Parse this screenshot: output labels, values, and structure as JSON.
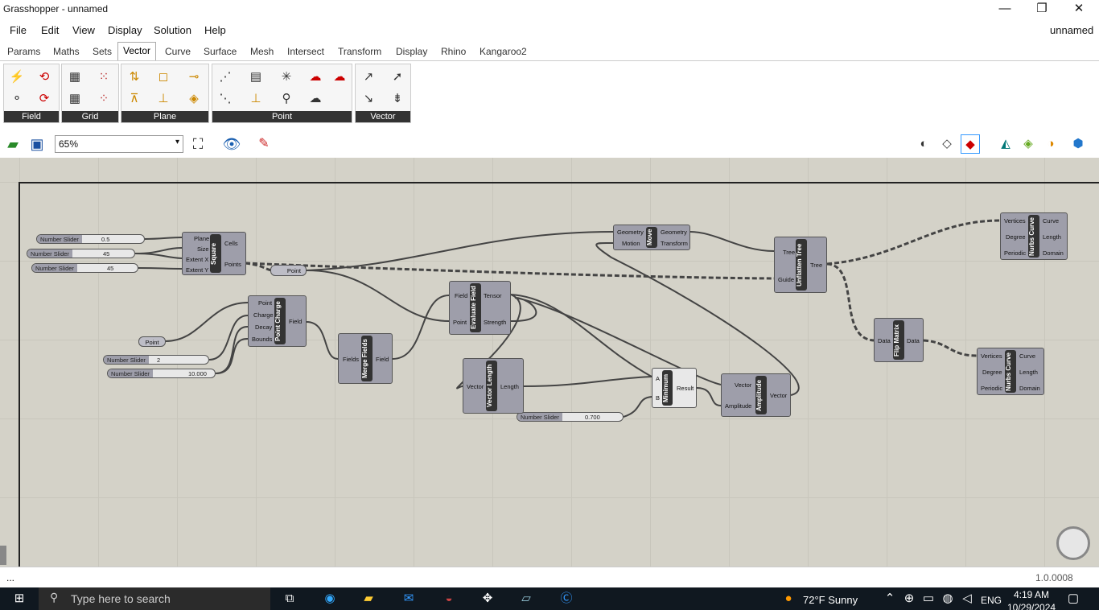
{
  "window": {
    "title": "Grasshopper - unnamed",
    "doc_name": "unnamed",
    "minimize": "—",
    "restore": "❐",
    "close": "✕"
  },
  "menu": [
    "File",
    "Edit",
    "View",
    "Display",
    "Solution",
    "Help"
  ],
  "tabs": [
    "Params",
    "Maths",
    "Sets",
    "Vector",
    "Curve",
    "Surface",
    "Mesh",
    "Intersect",
    "Transform",
    "Display",
    "Rhino",
    "Kangaroo2"
  ],
  "active_tab": "Vector",
  "ribbon_panels": [
    "Field",
    "Grid",
    "Plane",
    "Point",
    "Vector"
  ],
  "toolbar": {
    "zoom": "65%"
  },
  "components": {
    "square": {
      "title": "Square",
      "inputs": [
        "Plane",
        "Size",
        "Extent X",
        "Extent Y"
      ],
      "outputs": [
        "Cells",
        "Points"
      ]
    },
    "point_charge": {
      "title": "Point Charge",
      "inputs": [
        "Point",
        "Charge",
        "Decay",
        "Bounds"
      ],
      "outputs": [
        "Field"
      ]
    },
    "merge_fields": {
      "title": "Merge Fields",
      "inputs": [
        "Fields"
      ],
      "outputs": [
        "Field"
      ]
    },
    "evaluate_field": {
      "title": "Evaluate Field",
      "inputs": [
        "Field",
        "Point"
      ],
      "outputs": [
        "Tensor",
        "Strength"
      ]
    },
    "vector_length": {
      "title": "Vector Length",
      "inputs": [
        "Vector"
      ],
      "outputs": [
        "Length"
      ]
    },
    "minimum": {
      "title": "Minimum",
      "inputs": [
        "A",
        "B"
      ],
      "outputs": [
        "Result"
      ]
    },
    "amplitude": {
      "title": "Amplitude",
      "inputs": [
        "Vector",
        "Amplitude"
      ],
      "outputs": [
        "Vector"
      ]
    },
    "move": {
      "title": "Move",
      "inputs": [
        "Geometry",
        "Motion"
      ],
      "outputs": [
        "Geometry",
        "Transform"
      ]
    },
    "unflatten_tree": {
      "title": "Unflatten Tree",
      "inputs": [
        "Tree",
        "Guide"
      ],
      "outputs": [
        "Tree"
      ]
    },
    "flip_matrix": {
      "title": "Flip Matrix",
      "inputs": [
        "Data"
      ],
      "outputs": [
        "Data"
      ]
    },
    "nurbs_curve_1": {
      "title": "Nurbs Curve",
      "inputs": [
        "Vertices",
        "Degree",
        "Periodic"
      ],
      "outputs": [
        "Curve",
        "Length",
        "Domain"
      ]
    },
    "nurbs_curve_2": {
      "title": "Nurbs Curve",
      "inputs": [
        "Vertices",
        "Degree",
        "Periodic"
      ],
      "outputs": [
        "Curve",
        "Length",
        "Domain"
      ]
    }
  },
  "params": {
    "point_1": "Point",
    "point_2": "Point"
  },
  "sliders": [
    {
      "name": "Number Slider",
      "value": "0.5"
    },
    {
      "name": "Number Slider",
      "value": "45"
    },
    {
      "name": "Number Slider",
      "value": "45"
    },
    {
      "name": "Number Slider",
      "value": "2"
    },
    {
      "name": "Number Slider",
      "value": "10.000"
    },
    {
      "name": "Number Slider",
      "value": "0.700"
    }
  ],
  "status": {
    "left": "...",
    "version": "1.0.0008"
  },
  "taskbar": {
    "search_placeholder": "Type here to search",
    "weather": "72°F  Sunny",
    "lang": "ENG",
    "time": "4:19 AM",
    "date": "10/29/2024"
  }
}
